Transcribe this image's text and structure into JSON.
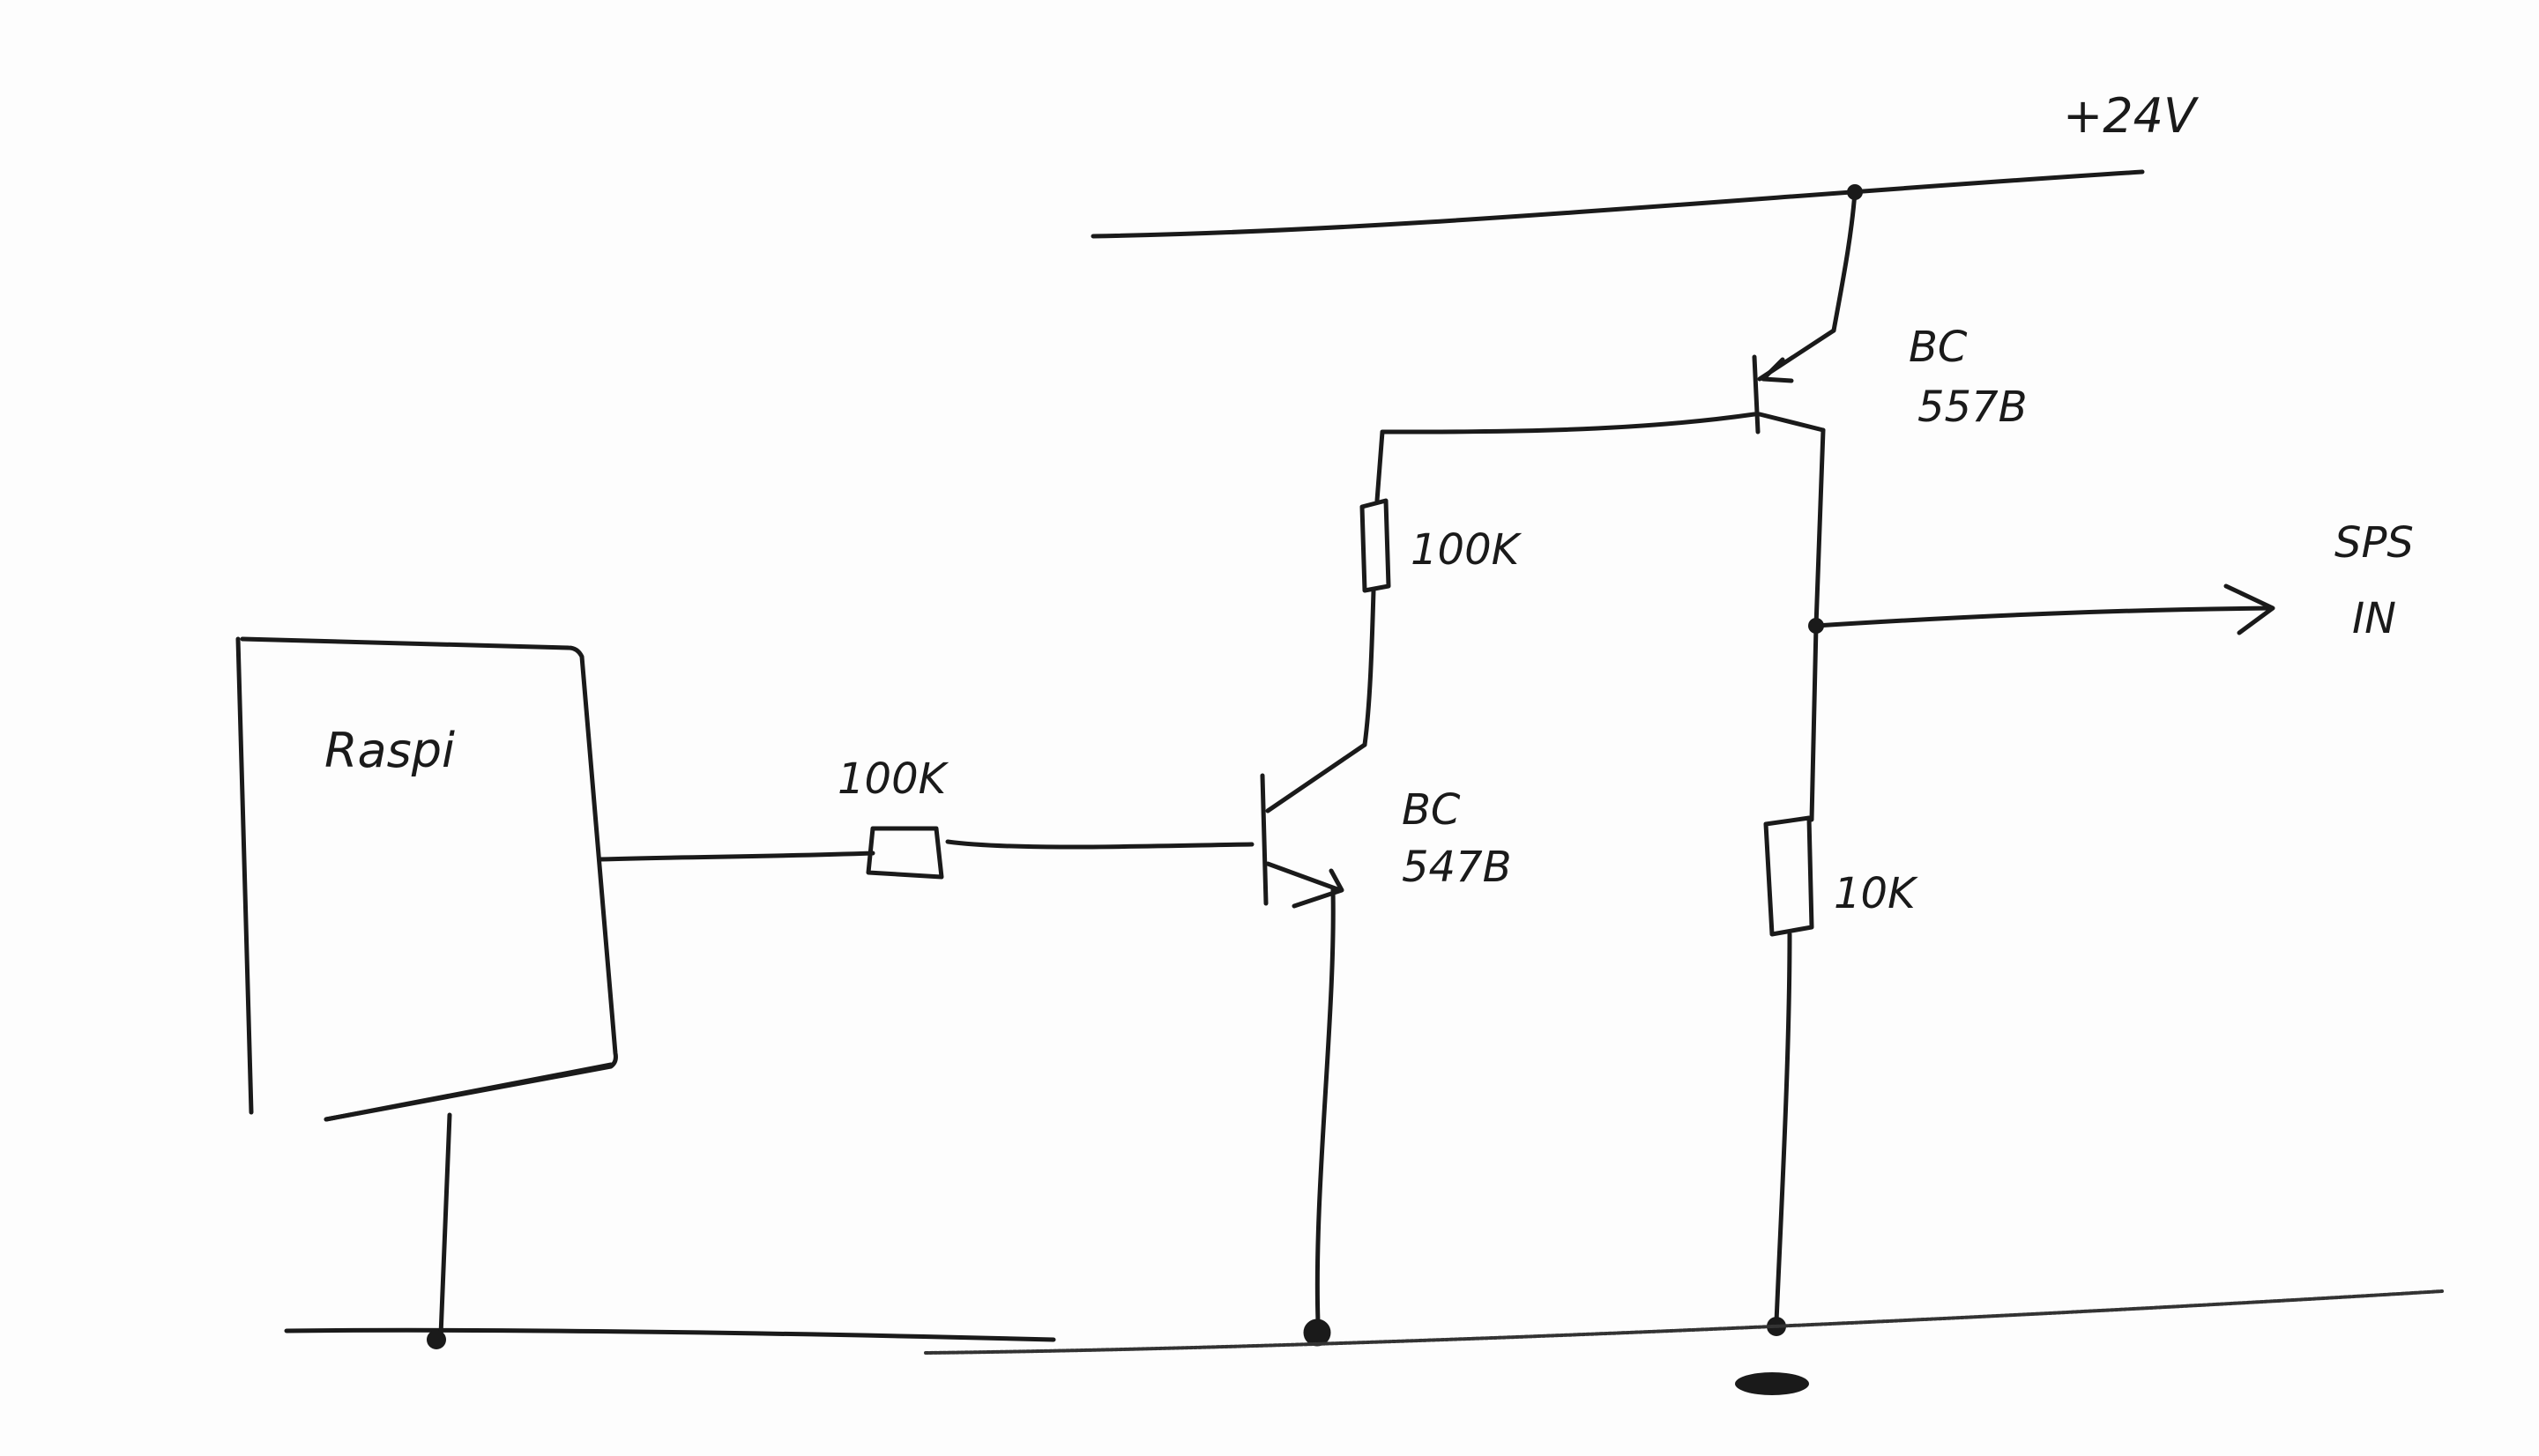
{
  "labels": {
    "supply": "+24V",
    "raspi": "Raspi",
    "r_base": "100K",
    "r_pull": "100K",
    "r_load": "10K",
    "npn_line1": "BC",
    "npn_line2": "547B",
    "pnp_line1": "BC",
    "pnp_line2": "557B",
    "output_line1": "SPS",
    "output_line2": "IN"
  },
  "colors": {
    "ink": "#1a1a1a",
    "paper": "#fdfdfd"
  }
}
